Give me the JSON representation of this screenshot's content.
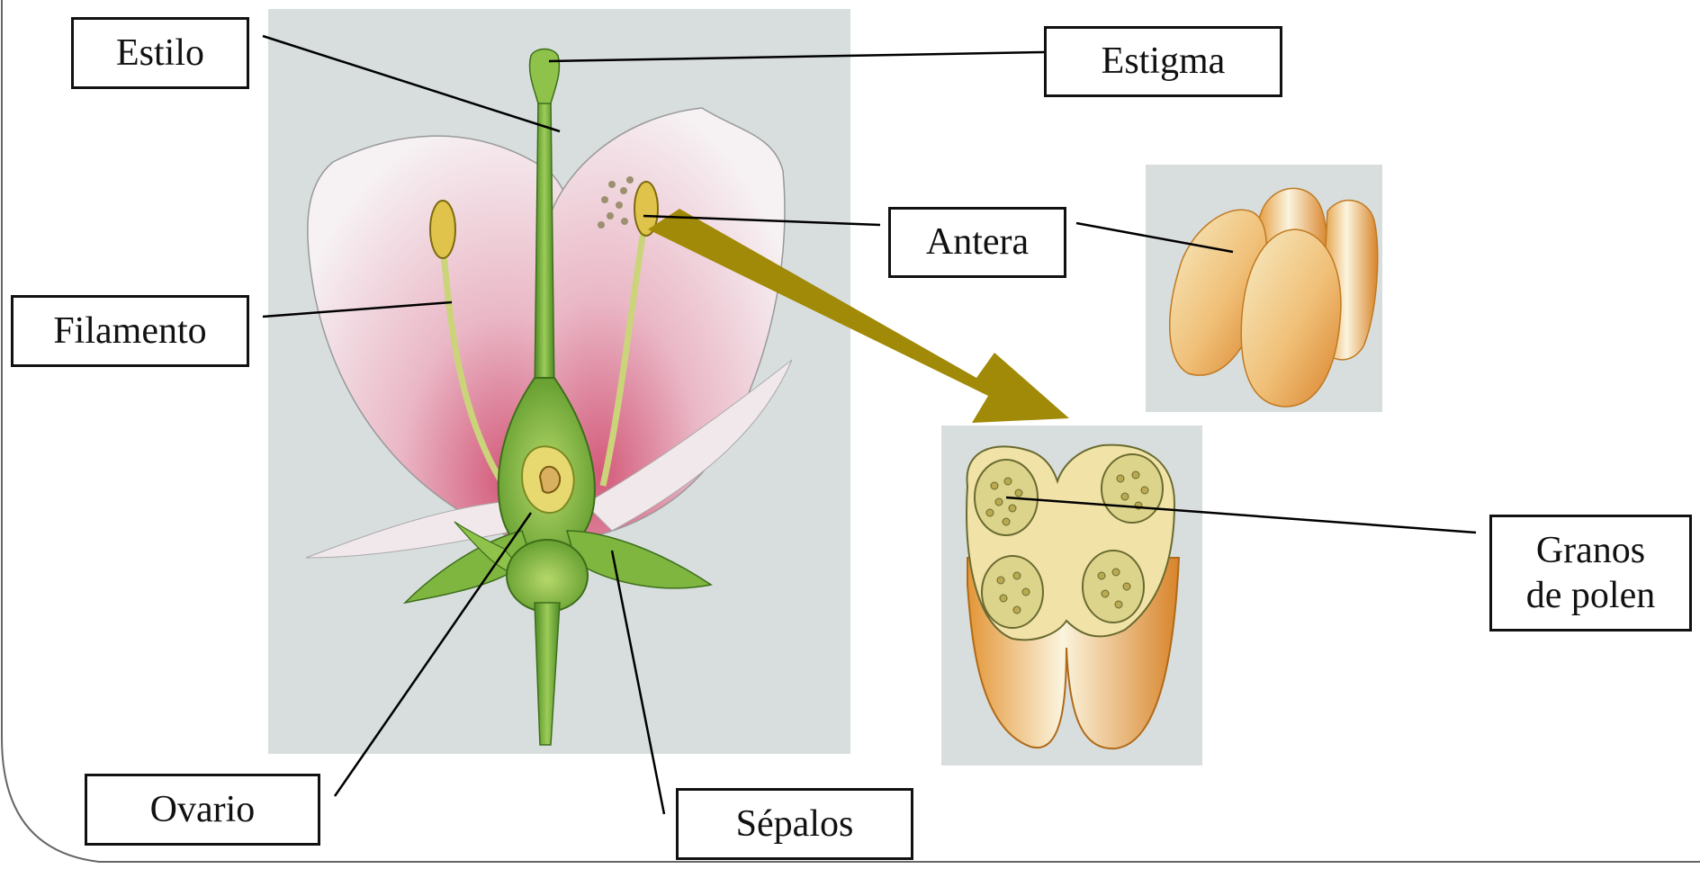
{
  "labels": {
    "estilo": "Estilo",
    "estigma": "Estigma",
    "antera": "Antera",
    "filamento": "Filamento",
    "granos_line1": "Granos",
    "granos_line2": "de polen",
    "ovario": "Ovario",
    "sepalos": "Sépalos"
  },
  "colors": {
    "panel_bg": "#d9dfdf",
    "petal_pink": "#d96b86",
    "petal_light": "#f4eef0",
    "stem_green": "#7ab43c",
    "ovary_yellow": "#e7d870",
    "arrow_olive": "#a18a07",
    "pollen_orange": "#e59b3b",
    "pollen_light": "#f6e9b8"
  }
}
